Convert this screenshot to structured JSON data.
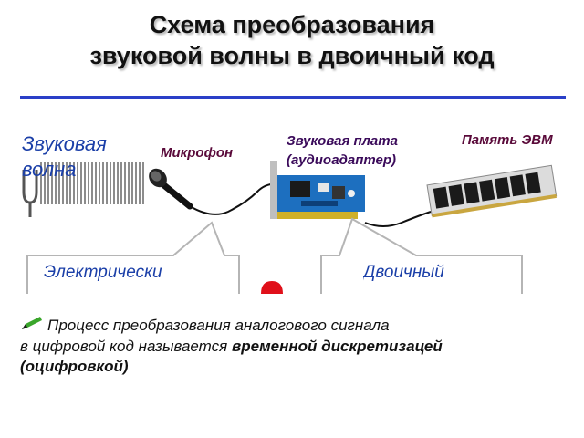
{
  "title": {
    "line1": "Схема преобразования",
    "line2": "звуковой волны в двоичный код"
  },
  "labels": {
    "sound_wave": "Звуковая волна",
    "microphone": "Микрофон",
    "sound_card_line1": "Звуковая плата",
    "sound_card_line2": "(аудиоадаптер)",
    "memory": "Память ЭВМ"
  },
  "callouts": {
    "left": "Электрически",
    "right": "Двоичный"
  },
  "description": {
    "intro": "Процесс преобразования аналогового сигнала",
    "line2_prefix": "в цифровой код называется ",
    "term_part1": "временной дискретизацей",
    "term_part2": "(оцифровкой)"
  },
  "colors": {
    "title_rule": "#2a3fc8",
    "label_blue": "#1b3fa8",
    "label_maroon": "#5a0a3a",
    "marker_red": "#e0101a"
  }
}
